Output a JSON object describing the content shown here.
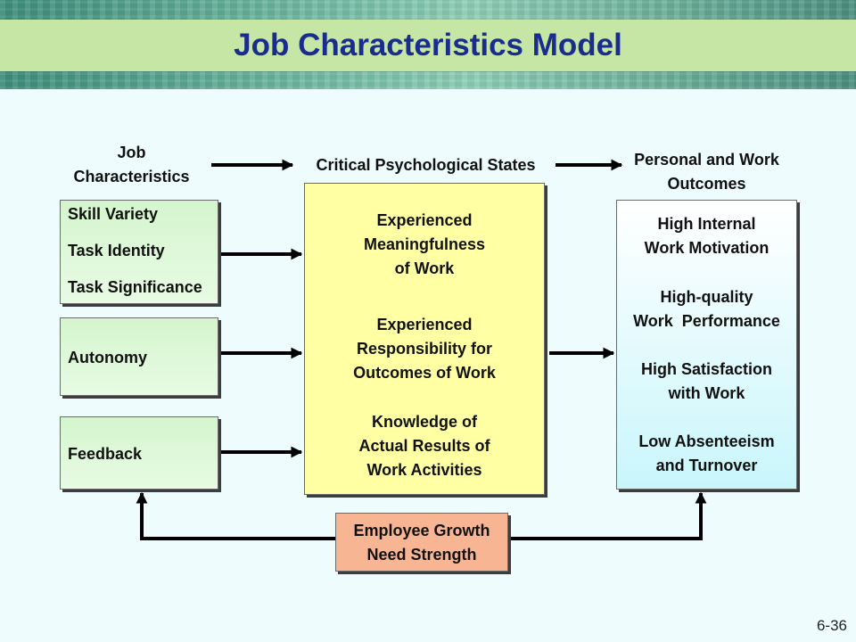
{
  "title": "Job Characteristics Model",
  "headings": {
    "job_characteristics": [
      "Job",
      "Characteristics"
    ],
    "critical_states": "Critical Psychological States",
    "outcomes": [
      "Personal and Work",
      "Outcomes"
    ]
  },
  "job_characteristics": {
    "group1": [
      "Skill Variety",
      "Task Identity",
      "Task Significance"
    ],
    "autonomy": "Autonomy",
    "feedback": "Feedback"
  },
  "critical_states": [
    [
      "Experienced",
      "Meaningfulness",
      "of Work"
    ],
    [
      "Experienced",
      "Responsibility for",
      "Outcomes of Work"
    ],
    [
      "Knowledge of",
      "Actual Results of",
      "Work Activities"
    ]
  ],
  "outcomes": [
    [
      "High Internal",
      "Work Motivation"
    ],
    [
      "High-quality",
      "Work  Performance"
    ],
    [
      "High Satisfaction",
      "with Work"
    ],
    [
      "Low Absenteeism",
      "and Turnover"
    ]
  ],
  "moderator": [
    "Employee Growth",
    "Need Strength"
  ],
  "page_number": "6-36"
}
